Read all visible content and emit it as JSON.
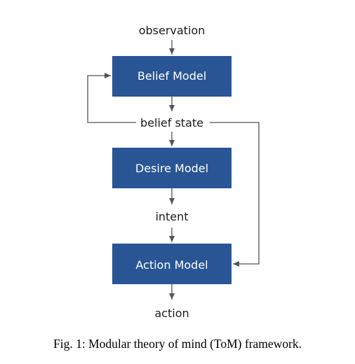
{
  "diagram": {
    "nodes": {
      "belief_model": "Belief Model",
      "desire_model": "Desire Model",
      "action_model": "Action Model"
    },
    "flow_labels": {
      "observation": "observation",
      "belief_state": "belief state",
      "intent": "intent",
      "action": "action"
    },
    "colors": {
      "node_fill": "#295594",
      "node_text": "#ffffff",
      "arrow": "#555555"
    }
  },
  "caption": "Fig. 1: Modular theory of mind (ToM) framework."
}
